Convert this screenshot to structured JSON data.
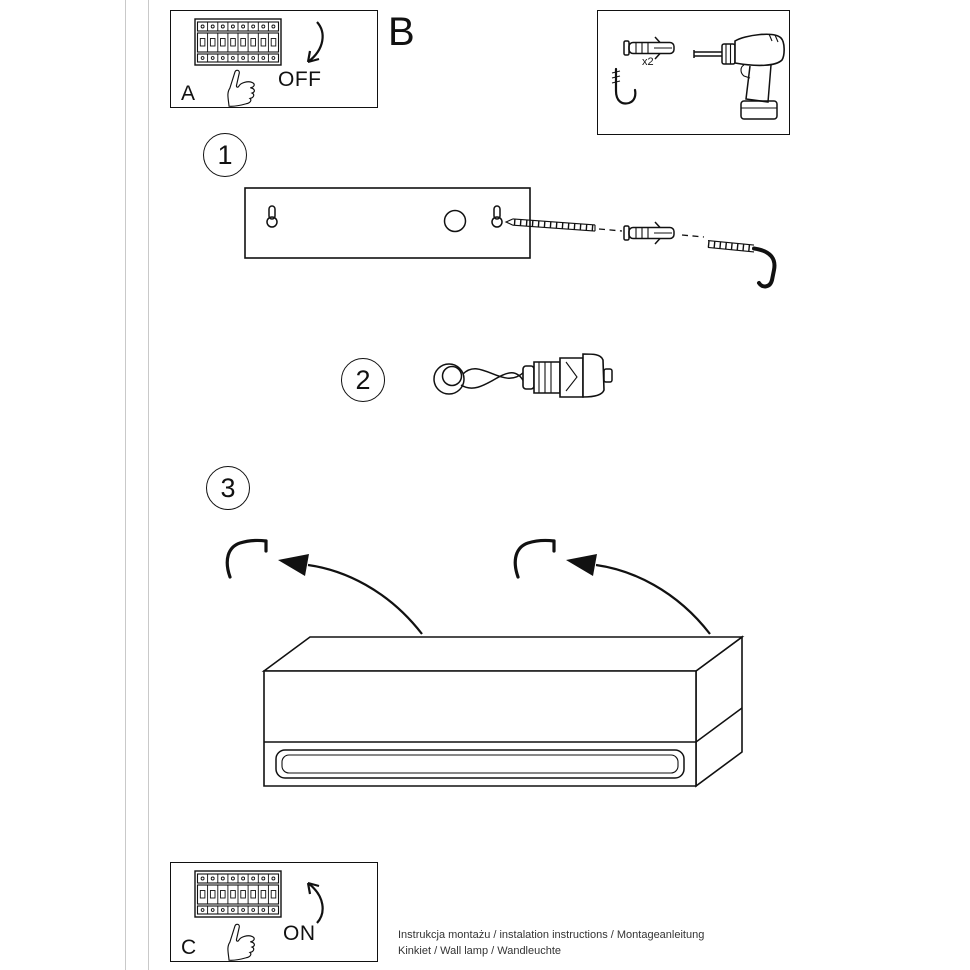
{
  "colors": {
    "ink": "#111111",
    "muted_line": "#c9c9c9"
  },
  "panel_a": {
    "label": "A",
    "state": "OFF"
  },
  "panel_b": {
    "label": "B",
    "anchor_qty": "x2"
  },
  "panel_c": {
    "label": "C",
    "state": "ON"
  },
  "steps": [
    {
      "number": "1"
    },
    {
      "number": "2"
    },
    {
      "number": "3"
    }
  ],
  "footer": {
    "line1": "Instrukcja montażu / instalation instructions / Montageanleitung",
    "line2": "Kinkiet / Wall lamp / Wandleuchte"
  }
}
